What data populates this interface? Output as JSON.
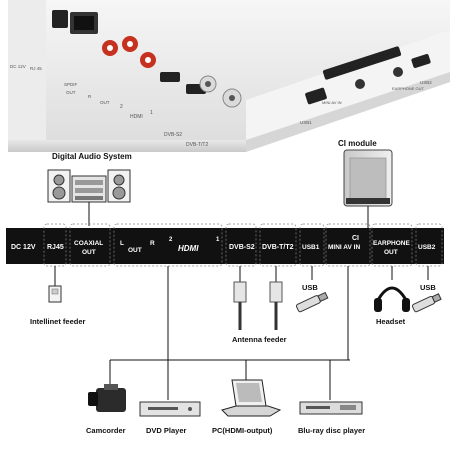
{
  "product_labels": {
    "dc": "DC 12V",
    "rj45": "RJ 45",
    "spdif": "SPDIF",
    "out": "OUT",
    "r": "R",
    "l": "L",
    "hdmi": "HDMI",
    "num2": "2",
    "num1": "1",
    "dvbs2": "DVB-S2",
    "dvbt2": "DVB-T/T2",
    "mini_av": "MINI AV IN",
    "earphone": "EARPHONE\nOUT",
    "usb1": "USB1",
    "usb2": "USB2"
  },
  "ci_module": {
    "title": "CI module"
  },
  "digital_audio": {
    "title": "Digital Audio System"
  },
  "port_strip": {
    "ports": [
      {
        "id": "dc12v",
        "label": "DC 12V"
      },
      {
        "id": "rj45",
        "label": "RJ45"
      },
      {
        "id": "coaxial",
        "label": "COAXIAL\nOUT"
      },
      {
        "id": "hdmi-out",
        "label_l": "L",
        "label_r": "R",
        "label_out": "OUT"
      },
      {
        "id": "hdmi",
        "num2": "2",
        "label": "HDMI",
        "num1": "1"
      },
      {
        "id": "dvbs2",
        "label": "DVB-S2"
      },
      {
        "id": "dvbt2",
        "label": "DVB-T/T2"
      },
      {
        "id": "ci",
        "label": "CI"
      },
      {
        "id": "usb1",
        "label": "USB1"
      },
      {
        "id": "miniav",
        "label": "MINI AV IN"
      },
      {
        "id": "earphone",
        "label": "EARPHONE\nOUT"
      },
      {
        "id": "usb2",
        "label": "USB2"
      }
    ]
  },
  "peripherals_top": {
    "intellinet": "Intellinet feeder",
    "antenna": "Antenna feeder",
    "usb_left": "USB",
    "headset": "Headset",
    "usb_right": "USB"
  },
  "devices": [
    {
      "id": "camcorder",
      "label": "Camcorder"
    },
    {
      "id": "dvd",
      "label": "DVD Player"
    },
    {
      "id": "pc",
      "label": "PC(HDMI-output)"
    },
    {
      "id": "bluray",
      "label": "Blu-ray disc player"
    }
  ]
}
